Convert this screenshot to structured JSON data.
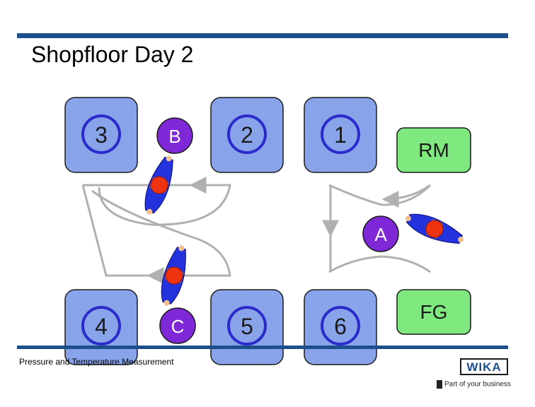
{
  "slide": {
    "title": "Shopfloor Day 2",
    "footer": "Pressure and Temperature Measurement"
  },
  "stations": [
    {
      "id": "3"
    },
    {
      "id": "2"
    },
    {
      "id": "1"
    },
    {
      "id": "4"
    },
    {
      "id": "5"
    },
    {
      "id": "6"
    }
  ],
  "markers": [
    {
      "id": "B",
      "color": "#7f28d8"
    },
    {
      "id": "A",
      "color": "#7f28d8"
    },
    {
      "id": "C",
      "color": "#7f28d8"
    }
  ],
  "zones": [
    {
      "id": "RM",
      "color": "#7fe87f"
    },
    {
      "id": "FG",
      "color": "#7fe87f"
    }
  ],
  "colors": {
    "accent": "#1d4f8c",
    "station_fill": "#7f9ce8",
    "station_ring": "#2b2bcc",
    "path": "#b0b0b0",
    "worker_body": "#2233dd",
    "worker_head": "#ee3311"
  },
  "logo": {
    "text": "WIKA",
    "tagline": "Part of your business"
  }
}
